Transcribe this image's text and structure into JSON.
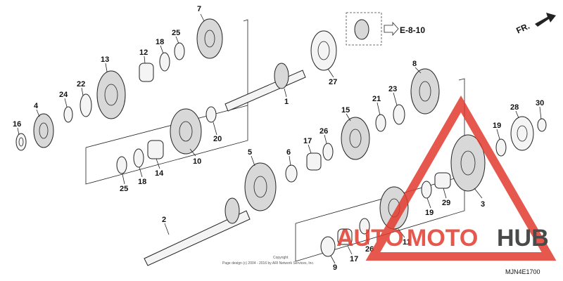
{
  "diagram": {
    "callouts": [
      "7",
      "25",
      "18",
      "12",
      "13",
      "22",
      "24",
      "4",
      "16",
      "20",
      "10",
      "14",
      "18",
      "25",
      "27",
      "1",
      "8",
      "21",
      "23",
      "15",
      "26",
      "17",
      "6",
      "5",
      "28",
      "30",
      "19",
      "3",
      "29",
      "19",
      "2",
      "9",
      "17",
      "26",
      "11"
    ],
    "reference_label": "E-8-10",
    "direction_label": "FR.",
    "diagram_code": "MJN4E1700",
    "copyright_label": "Copyright",
    "copyright_text": "Page design (c) 2004 - 2016 by ARI Network Services, Inc.",
    "watermark": {
      "part1": "AUTO",
      "part2": "MOTO",
      "part3": "HUB",
      "color_red": "#e23b2e",
      "color_dark": "#2b2b2b"
    }
  }
}
